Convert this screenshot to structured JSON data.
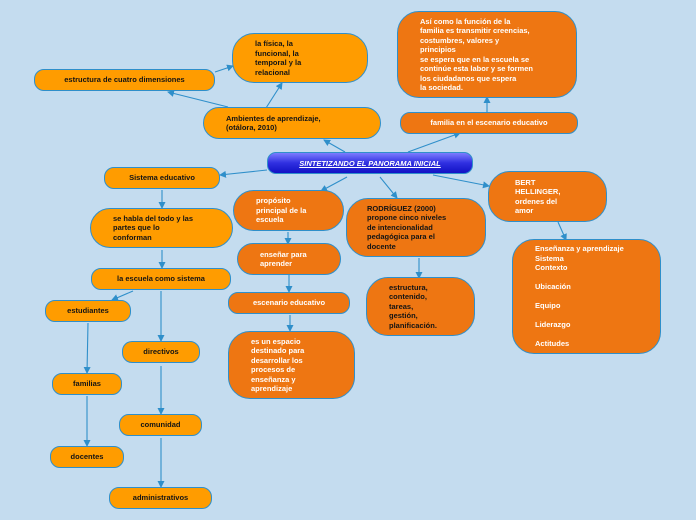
{
  "center": "SINTETIZANDO EL PANORAMA INICIAL",
  "nodes": {
    "estructura": "estructura de cuatro dimensiones",
    "fisica": "la física, la\nfuncional, la\ntemporal y la\nrelacional",
    "ambientes": "Ambientes de aprendizaje,\n(otálora, 2010)",
    "familia_funcion": "Así como la función de la\nfamilia es transmitir creencias,\ncostumbres, valores y\nprincipios\nse espera que en la escuela se\ncontinúe esta labor y se formen\nlos ciudadanos que espera\nla sociedad.",
    "familia_escenario": "familia en el escenario educativo",
    "sistema": "Sistema educativo",
    "habla_todo": "se habla del todo y las\npartes que lo\nconforman",
    "escuela_sistema": "la escuela como sistema",
    "estudiantes": "estudiantes",
    "familias": "familias",
    "docentes": "docentes",
    "directivos": "directivos",
    "comunidad": "comunidad",
    "administrativos": "administrativos",
    "proposito": "propósito\nprincipal de la\nescuela",
    "ensenar": "enseñar para\naprender",
    "escenario_educativo": "escenario educativo",
    "espacio": "es un espacio\ndestinado para\ndesarrollar los\nprocesos de\nenseñanza y\naprendizaje",
    "rodriguez": "RODRÍGUEZ (2000)\npropone cinco niveles\nde intencionalidad\npedagógica para el\ndocente",
    "estructura_lista": "estructura,\ncontenido,\ntareas,\ngestión,\nplanificación.",
    "bert": "BERT\nHELLINGER,\nordenes del\namor",
    "ensenanza_lista": "Enseñanza y aprendizaje\nSistema\nContexto\n\nUbicación\n\nEquipo\n\nLiderazgo\n\nActitudes"
  }
}
